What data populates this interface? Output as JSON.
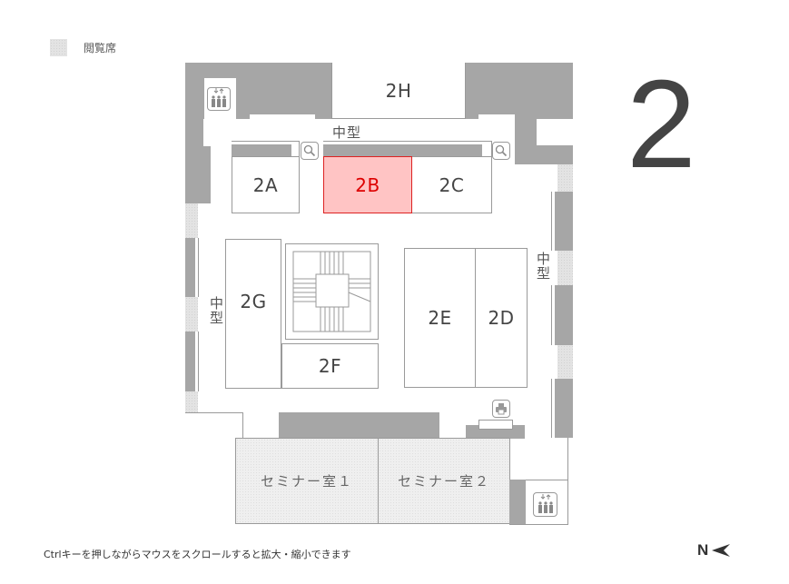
{
  "legend": {
    "swatch_color": "#dcdcdc",
    "label": "閲覧席"
  },
  "floor": {
    "number": "2"
  },
  "rooms": {
    "2A": "2A",
    "2B": "2B",
    "2C": "2C",
    "2D": "2D",
    "2E": "2E",
    "2F": "2F",
    "2G": "2G",
    "2H": "2H",
    "seminar1": "セミナー室１",
    "seminar2": "セミナー室２"
  },
  "selected_room": "2B",
  "colors": {
    "selected_fill": "#ffc4c4",
    "selected_text": "#dd0000",
    "wall": "#a6a6a6"
  },
  "zone_labels": {
    "top": "中型",
    "left": "中型",
    "right": "中型"
  },
  "icons": {
    "elevator_top": "elevator-icon",
    "elevator_bottom": "elevator-icon",
    "search_1": "search-icon",
    "search_2": "search-icon",
    "printer": "printer-icon"
  },
  "footer": {
    "hint": "Ctrlキーを押しながらマウスをスクロールすると拡大・縮小できます"
  },
  "compass": {
    "label": "N"
  }
}
